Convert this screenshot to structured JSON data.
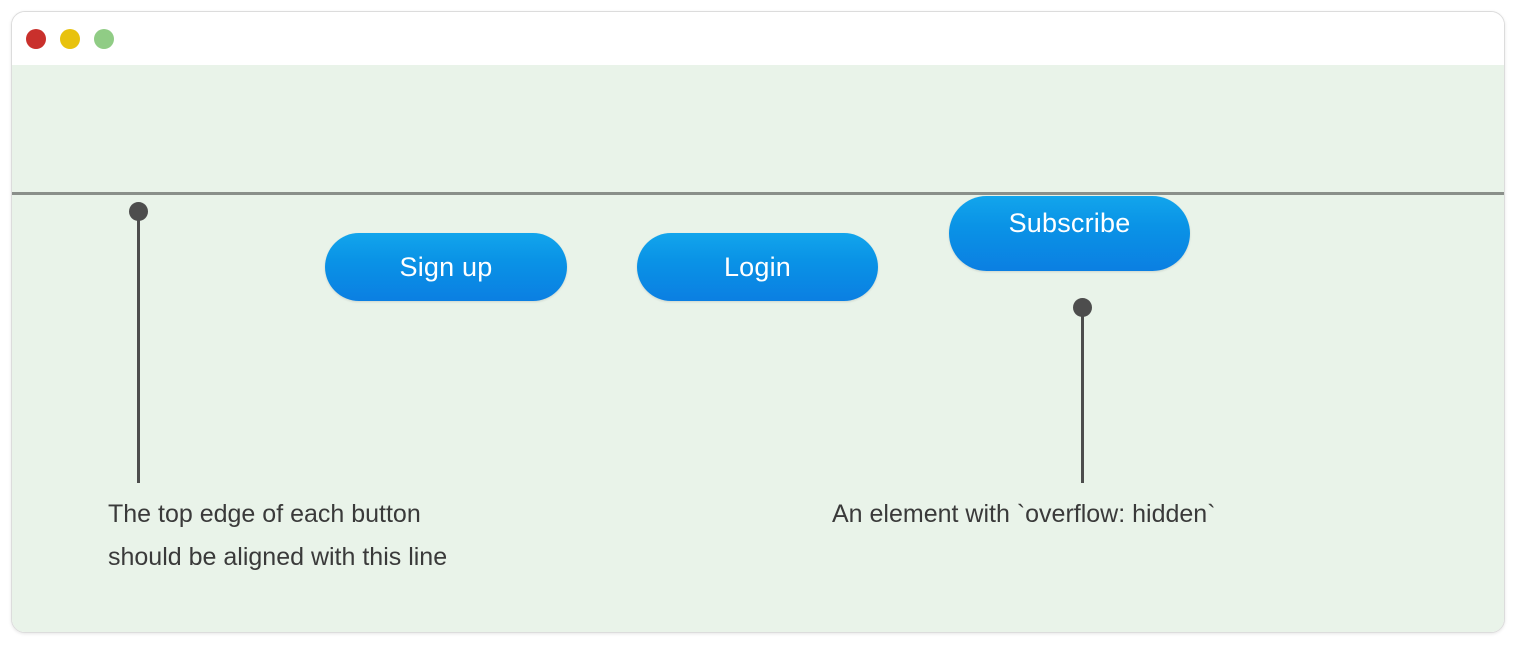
{
  "window": {
    "controls": [
      {
        "name": "close",
        "color": "#c9302c"
      },
      {
        "name": "minimize",
        "color": "#e8c20d"
      },
      {
        "name": "maximize",
        "color": "#90cc85"
      }
    ],
    "background": "#e9f3e9",
    "titlebar_background": "#ffffff"
  },
  "guide": {
    "line_color": "#8a8f8a",
    "line_label": "alignment-guide"
  },
  "buttons": [
    {
      "id": "signup",
      "label": "Sign up",
      "accent": "#0b8fe5"
    },
    {
      "id": "login",
      "label": "Login",
      "accent": "#0b8fe5"
    },
    {
      "id": "subscribe",
      "label": "Subscribe",
      "accent": "#0b8fe5"
    }
  ],
  "annotations": [
    {
      "id": "alignment-note",
      "line1": "The top edge of each button",
      "line2": "should be aligned with this line",
      "color": "#3a3a3a"
    },
    {
      "id": "overflow-note",
      "text": "An element with `overflow: hidden`",
      "color": "#3a3a3a"
    }
  ]
}
